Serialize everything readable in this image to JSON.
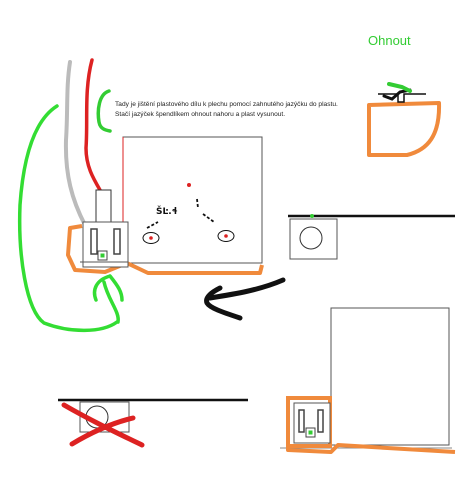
{
  "title": "Ohnout",
  "note": {
    "line1": "Tady je jištění plastového dílu k plechu pomocí zahnutého jazýčku do plastu.",
    "line2": "Stačí jazýček špendlíkem ohnout nahoru a plast vysunout."
  },
  "scribble": "ŠĿ.ɬ",
  "colors": {
    "green": "#33cc33",
    "orange": "#f08a3c",
    "red": "#dd2222",
    "grey": "#bbbbbb",
    "black": "#111111"
  }
}
